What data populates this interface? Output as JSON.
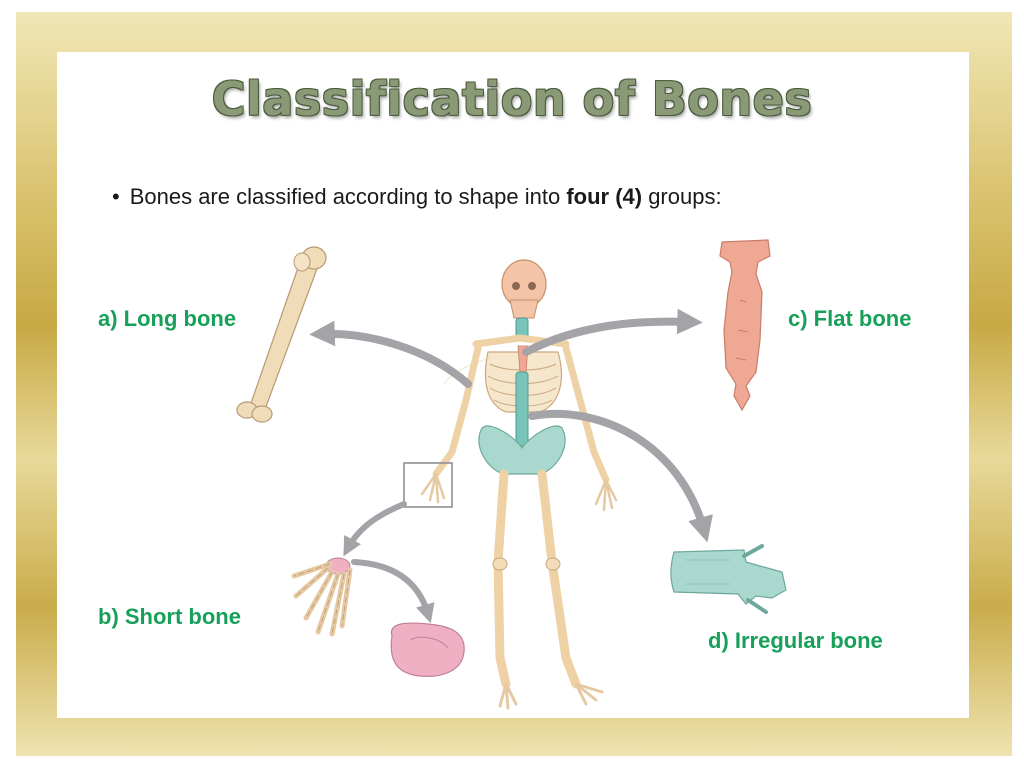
{
  "slide": {
    "title": "Classification of Bones",
    "bullet": {
      "before": "Bones are classified according to shape into ",
      "bold": "four (4)",
      "after": " groups:"
    }
  },
  "labels": {
    "long": "a)  Long bone",
    "short": "b)  Short bone",
    "flat": "c)  Flat bone",
    "irregular": "d)  Irregular bone"
  },
  "colors": {
    "accent_green": "#17a05a",
    "title_fill": "#8a9a76",
    "bone": "#f1dcb9",
    "flat_bone": "#eea893",
    "short_bone": "#f0b0c4",
    "irregular_bone": "#a9d8cf",
    "arrow": "#a3a3a8"
  }
}
